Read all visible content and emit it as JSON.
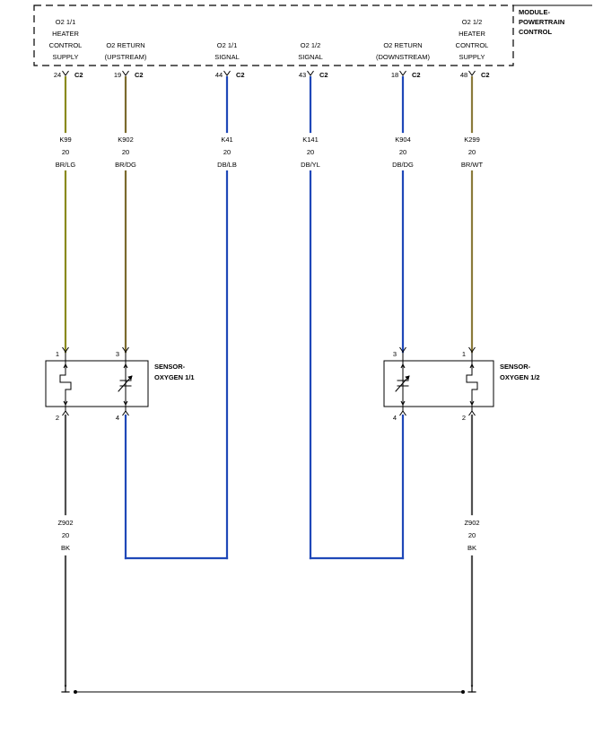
{
  "module": {
    "label_lines": [
      "MODULE-",
      "POWERTRAIN",
      "CONTROL"
    ]
  },
  "connector_name": "C2",
  "colors": {
    "BR/LG": "#8a8a1e",
    "BR/DG": "#7a6a2e",
    "DB/LB": "#1f48b8",
    "DB/YL": "#1f48b8",
    "DB/DG": "#1f48b8",
    "BR/WT": "#8a7a3a",
    "BK": "#505050"
  },
  "circuits": [
    {
      "id": "c1",
      "func": [
        "O2 1/1",
        "HEATER",
        "CONTROL",
        "SUPPLY"
      ],
      "pin": "24",
      "wire": "K99",
      "gauge": "20",
      "color": "BR/LG"
    },
    {
      "id": "c2",
      "func": [
        "O2 RETURN",
        "(UPSTREAM)"
      ],
      "pin": "19",
      "wire": "K902",
      "gauge": "20",
      "color": "BR/DG"
    },
    {
      "id": "c3",
      "func": [
        "O2 1/1",
        "SIGNAL"
      ],
      "pin": "44",
      "wire": "K41",
      "gauge": "20",
      "color": "DB/LB"
    },
    {
      "id": "c4",
      "func": [
        "O2 1/2",
        "SIGNAL"
      ],
      "pin": "43",
      "wire": "K141",
      "gauge": "20",
      "color": "DB/YL"
    },
    {
      "id": "c5",
      "func": [
        "O2 RETURN",
        "(DOWNSTREAM)"
      ],
      "pin": "18",
      "wire": "K904",
      "gauge": "20",
      "color": "DB/DG"
    },
    {
      "id": "c6",
      "func": [
        "O2 1/2",
        "HEATER",
        "CONTROL",
        "SUPPLY"
      ],
      "pin": "48",
      "wire": "K299",
      "gauge": "20",
      "color": "BR/WT"
    }
  ],
  "sensors": [
    {
      "id": "s1",
      "name_lines": [
        "SENSOR-",
        "OXYGEN 1/1"
      ],
      "pins_top": [
        "1",
        "3"
      ],
      "pins_bottom": [
        "2",
        "4"
      ]
    },
    {
      "id": "s2",
      "name_lines": [
        "SENSOR-",
        "OXYGEN 1/2"
      ],
      "pins_top": [
        "3",
        "1"
      ],
      "pins_bottom": [
        "4",
        "2"
      ]
    }
  ],
  "ground_wires": [
    {
      "id": "g1",
      "wire": "Z902",
      "gauge": "20",
      "color": "BK"
    },
    {
      "id": "g2",
      "wire": "Z902",
      "gauge": "20",
      "color": "BK"
    }
  ]
}
